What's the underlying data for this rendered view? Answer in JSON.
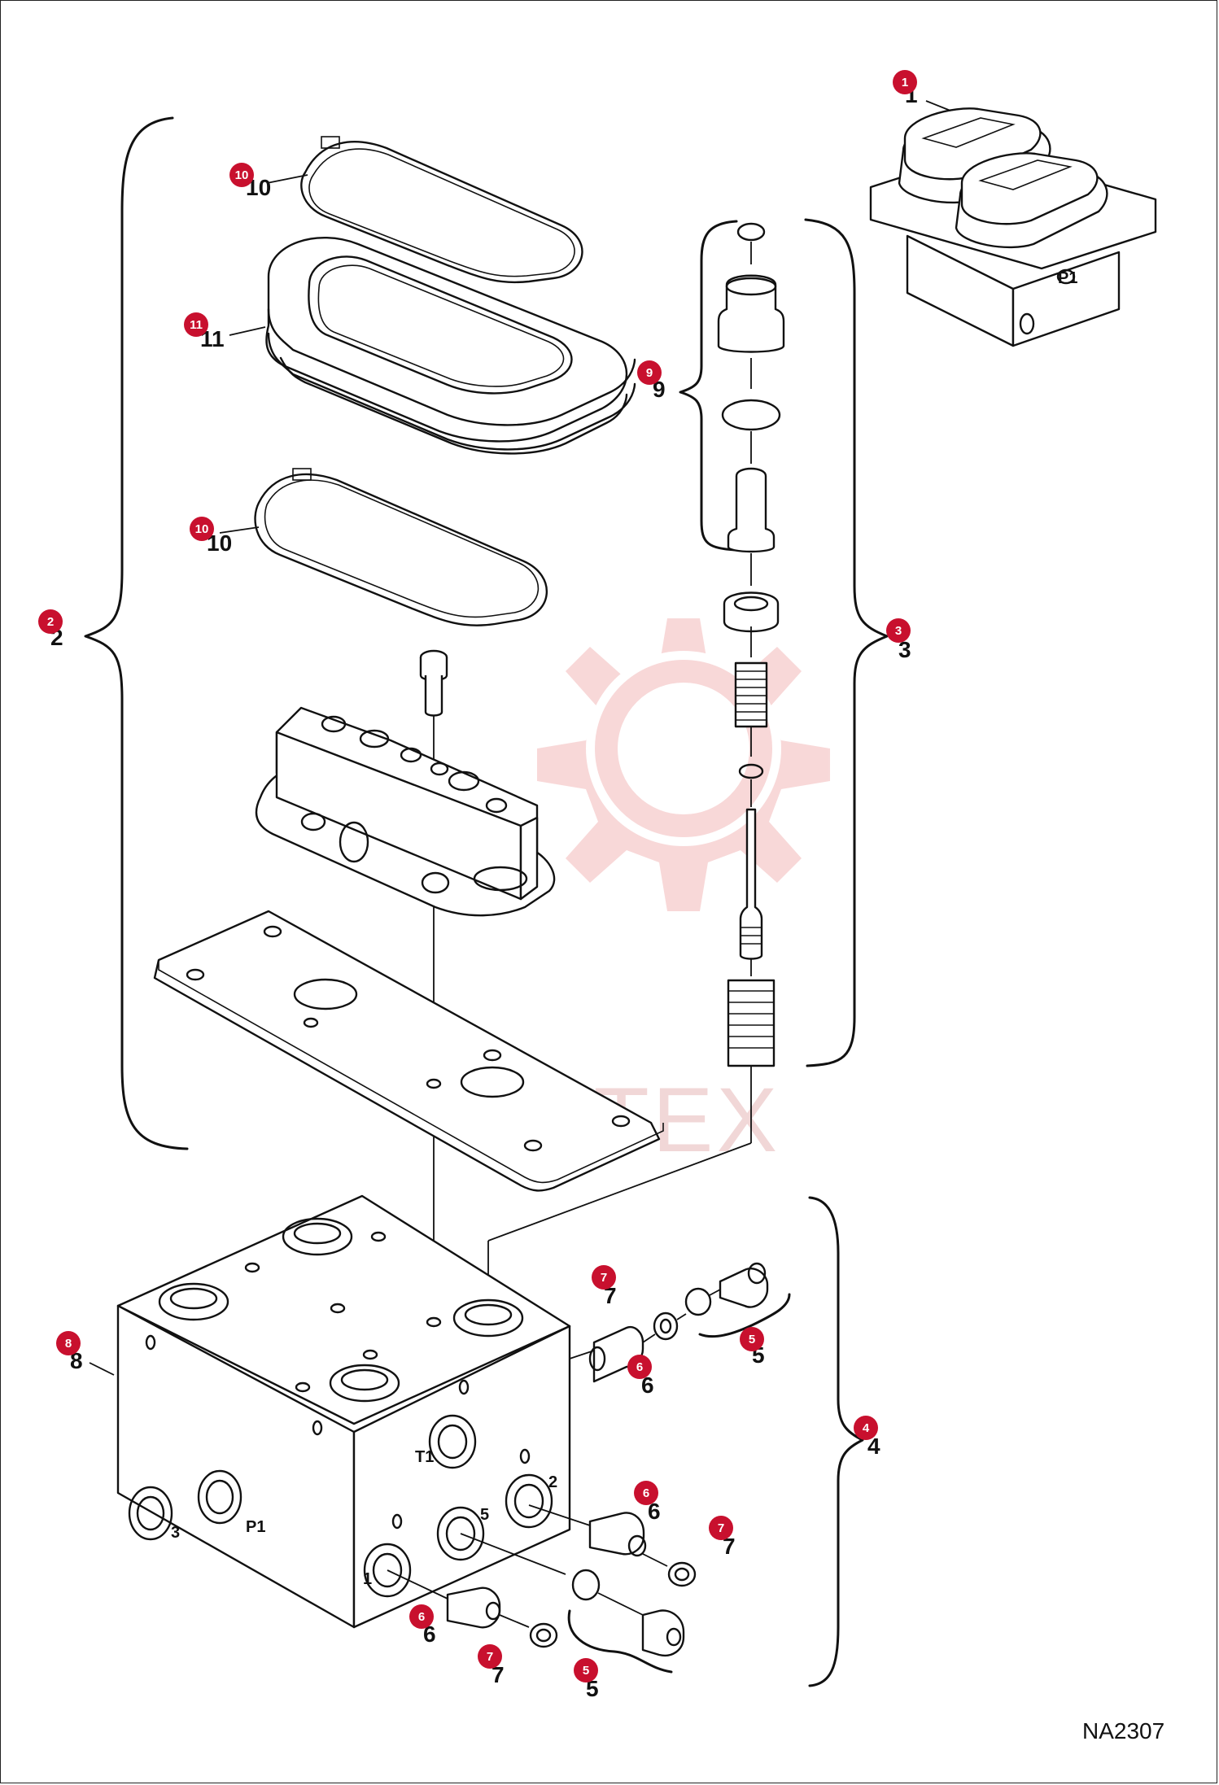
{
  "diagram": {
    "reference_code": "NA2307",
    "watermark_text": "ИНТЕХ",
    "watermark_color": "#e8a0a0",
    "marker_color": "#c8102e",
    "callouts": [
      {
        "id": "c1",
        "marker": "1",
        "label": "1"
      },
      {
        "id": "c2",
        "marker": "2",
        "label": "2"
      },
      {
        "id": "c3",
        "marker": "3",
        "label": "3"
      },
      {
        "id": "c4",
        "marker": "4",
        "label": "4"
      },
      {
        "id": "c5a",
        "marker": "5",
        "label": "5"
      },
      {
        "id": "c5b",
        "marker": "5",
        "label": "5"
      },
      {
        "id": "c6a",
        "marker": "6",
        "label": "6"
      },
      {
        "id": "c6b",
        "marker": "6",
        "label": "6"
      },
      {
        "id": "c6c",
        "marker": "6",
        "label": "6"
      },
      {
        "id": "c7a",
        "marker": "7",
        "label": "7"
      },
      {
        "id": "c7b",
        "marker": "7",
        "label": "7"
      },
      {
        "id": "c7c",
        "marker": "7",
        "label": "7"
      },
      {
        "id": "c8",
        "marker": "8",
        "label": "8"
      },
      {
        "id": "c9",
        "marker": "9",
        "label": "9"
      },
      {
        "id": "c10a",
        "marker": "10",
        "label": "10"
      },
      {
        "id": "c10b",
        "marker": "10",
        "label": "10"
      },
      {
        "id": "c11",
        "marker": "11",
        "label": "11"
      }
    ],
    "port_labels": {
      "t1": "T1",
      "p1_side": "P1",
      "p1_small": "P1",
      "port1": "1",
      "port2": "2",
      "port3": "3",
      "port5": "5"
    }
  }
}
